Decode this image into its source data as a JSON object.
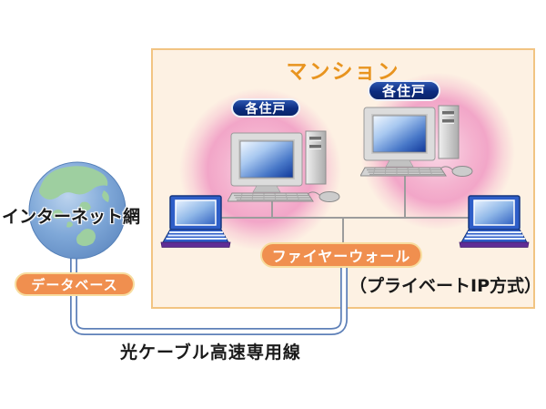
{
  "diagram": {
    "internet_label": "インターネット網",
    "database_badge": "データベース",
    "mansion_title": "マンション",
    "unit_badge_1": "各住戸",
    "unit_badge_2": "各住戸",
    "firewall_badge": "ファイヤーウォール",
    "ip_method_note": "（プライベートIP方式）",
    "cable_label": "光ケーブル高速専用線"
  },
  "icons": {
    "globe-icon": "blue earth globe with green continents",
    "desktop-computer-icon": "gray desktop PC with tower, keyboard and mouse",
    "laptop-icon": "blue laptop with purple base"
  },
  "colors": {
    "background": "#FFFFFF",
    "mansion_fill": "#FDF1E3",
    "mansion_border": "#F2C482",
    "title_orange": "#E8941F",
    "orange_badge_fill": "#F08F4F",
    "orange_badge_border": "#F7DC9E",
    "navy_badge_fill": "#0C2C80",
    "pink_glow": "#F2A6C8",
    "network_line_gray": "#9C9C9C",
    "fiber_cable_blue": "#5E80B8",
    "laptop_base_purple": "#5F2D96",
    "text_black": "#1A1A1A"
  }
}
